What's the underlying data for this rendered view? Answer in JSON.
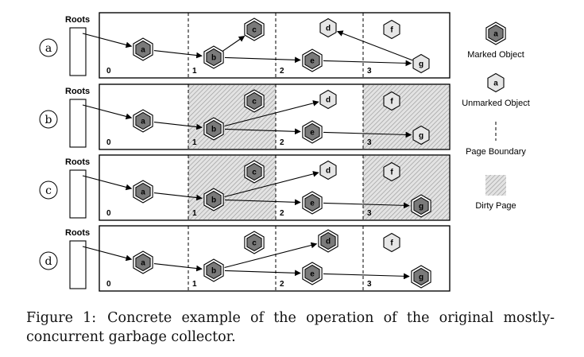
{
  "panels": [
    {
      "id": "a",
      "roots_label": "Roots",
      "page_numbers": [
        "0",
        "1",
        "2",
        "3"
      ],
      "dirty_pages": [],
      "nodes": [
        {
          "key": "a",
          "marked": true
        },
        {
          "key": "b",
          "marked": true
        },
        {
          "key": "c",
          "marked": true
        },
        {
          "key": "d",
          "marked": false
        },
        {
          "key": "e",
          "marked": true
        },
        {
          "key": "f",
          "marked": false
        },
        {
          "key": "g",
          "marked": false
        }
      ],
      "edges": [
        [
          "roots",
          "a"
        ],
        [
          "a",
          "b"
        ],
        [
          "b",
          "c"
        ],
        [
          "b",
          "e"
        ],
        [
          "e",
          "g"
        ],
        [
          "g",
          "d"
        ]
      ]
    },
    {
      "id": "b",
      "roots_label": "Roots",
      "page_numbers": [
        "0",
        "1",
        "2",
        "3"
      ],
      "dirty_pages": [
        1,
        3
      ],
      "nodes": [
        {
          "key": "a",
          "marked": true
        },
        {
          "key": "b",
          "marked": true
        },
        {
          "key": "c",
          "marked": true
        },
        {
          "key": "d",
          "marked": false
        },
        {
          "key": "e",
          "marked": true
        },
        {
          "key": "f",
          "marked": false
        },
        {
          "key": "g",
          "marked": false
        }
      ],
      "edges": [
        [
          "roots",
          "a"
        ],
        [
          "a",
          "b"
        ],
        [
          "b",
          "d"
        ],
        [
          "b",
          "e"
        ],
        [
          "e",
          "g"
        ]
      ]
    },
    {
      "id": "c",
      "roots_label": "Roots",
      "page_numbers": [
        "0",
        "1",
        "2",
        "3"
      ],
      "dirty_pages": [
        1,
        3
      ],
      "nodes": [
        {
          "key": "a",
          "marked": true
        },
        {
          "key": "b",
          "marked": true
        },
        {
          "key": "c",
          "marked": true
        },
        {
          "key": "d",
          "marked": false
        },
        {
          "key": "e",
          "marked": true
        },
        {
          "key": "f",
          "marked": false
        },
        {
          "key": "g",
          "marked": true
        }
      ],
      "edges": [
        [
          "roots",
          "a"
        ],
        [
          "a",
          "b"
        ],
        [
          "b",
          "d"
        ],
        [
          "b",
          "e"
        ],
        [
          "e",
          "g"
        ]
      ]
    },
    {
      "id": "d",
      "roots_label": "Roots",
      "page_numbers": [
        "0",
        "1",
        "2",
        "3"
      ],
      "dirty_pages": [],
      "nodes": [
        {
          "key": "a",
          "marked": true
        },
        {
          "key": "b",
          "marked": true
        },
        {
          "key": "c",
          "marked": true
        },
        {
          "key": "d",
          "marked": true
        },
        {
          "key": "e",
          "marked": true
        },
        {
          "key": "f",
          "marked": false
        },
        {
          "key": "g",
          "marked": true
        }
      ],
      "edges": [
        [
          "roots",
          "a"
        ],
        [
          "a",
          "b"
        ],
        [
          "b",
          "d"
        ],
        [
          "b",
          "e"
        ],
        [
          "e",
          "g"
        ]
      ]
    }
  ],
  "legend": {
    "marked_label": "Marked Object",
    "marked_sample": "a",
    "unmarked_label": "Unmarked Object",
    "unmarked_sample": "a",
    "boundary_label": "Page Boundary",
    "dirty_label": "Dirty Page"
  },
  "caption": {
    "label": "Figure 1:",
    "text": "Concrete example of the operation of the original mostly-concurrent garbage collector."
  },
  "colors": {
    "marked_fill": "#7a7a7a",
    "unmarked_fill": "#e6e6e6",
    "stroke": "#000000",
    "dirty_hatch": "#9a9a9a"
  }
}
